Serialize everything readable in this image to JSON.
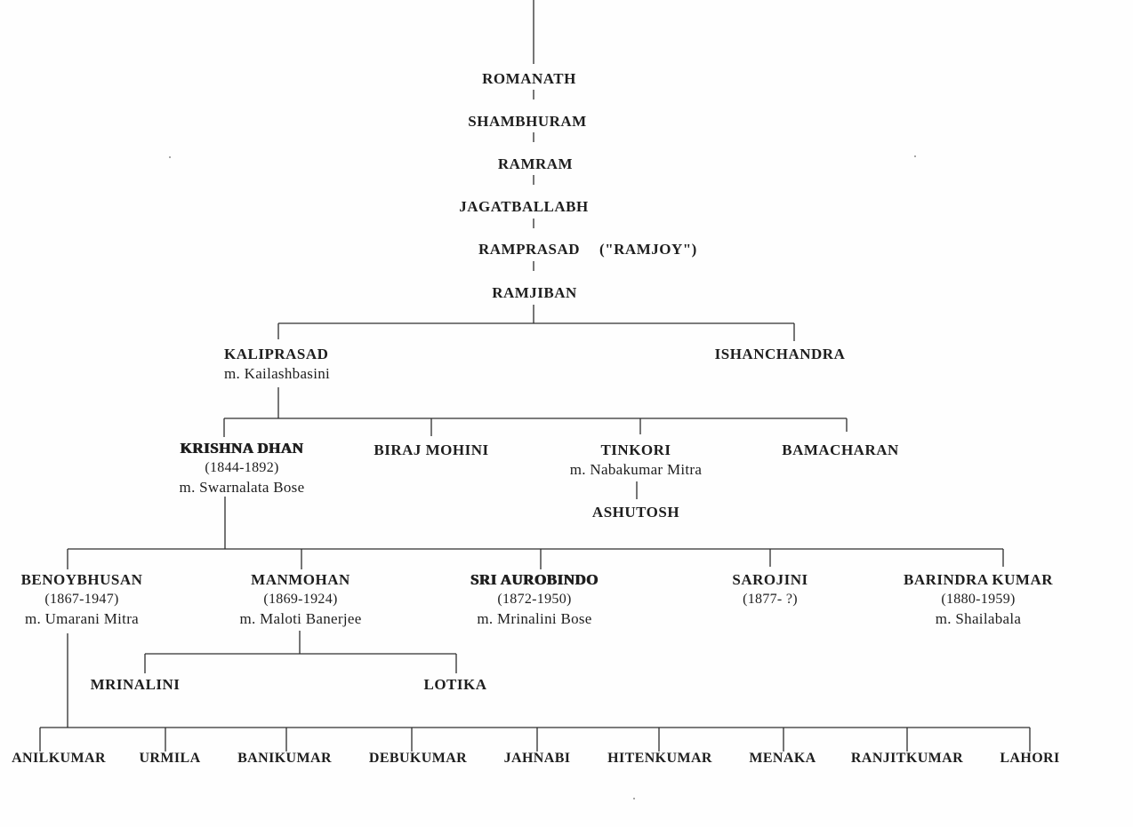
{
  "diagram": {
    "type": "family-tree",
    "subject": "Genealogy of Sri Aurobindo's family",
    "ink_color": "#1e1e1e",
    "background": "#fefefe",
    "nodes": {
      "romanath": {
        "name": "ROMANATH"
      },
      "shambhuram": {
        "name": "SHAMBHURAM"
      },
      "ramram": {
        "name": "RAMRAM"
      },
      "jagatballabh": {
        "name": "JAGATBALLABH"
      },
      "ramprasad": {
        "name": "RAMPRASAD",
        "alias": "(\"RAMJOY\")"
      },
      "ramjiban": {
        "name": "RAMJIBAN",
        "children": [
          "kaliprasad",
          "ishanchandra"
        ]
      },
      "kaliprasad": {
        "name": "KALIPRASAD",
        "spouse": "m. Kailashbasini",
        "children": [
          "krishna_dhan",
          "biraj_mohini",
          "tinkori",
          "bamacharan"
        ]
      },
      "ishanchandra": {
        "name": "ISHANCHANDRA"
      },
      "krishna_dhan": {
        "name": "KRISHNA DHAN",
        "years": "(1844-1892)",
        "spouse": "m. Swarnalata Bose",
        "children": [
          "benoybhusan",
          "manmohan",
          "sri_aurobindo",
          "sarojini",
          "barindra_kumar"
        ]
      },
      "biraj_mohini": {
        "name": "BIRAJ MOHINI"
      },
      "tinkori": {
        "name": "TINKORI",
        "spouse": "m. Nabakumar Mitra",
        "children": [
          "ashutosh"
        ]
      },
      "bamacharan": {
        "name": "BAMACHARAN"
      },
      "ashutosh": {
        "name": "ASHUTOSH"
      },
      "benoybhusan": {
        "name": "BENOYBHUSAN",
        "years": "(1867-1947)",
        "spouse": "m. Umarani Mitra",
        "children": [
          "anilkumar",
          "urmila",
          "banikumar",
          "debukumar",
          "jahnabi",
          "hitenkumar",
          "menaka",
          "ranjitkumar",
          "lahori"
        ]
      },
      "manmohan": {
        "name": "MANMOHAN",
        "years": "(1869-1924)",
        "spouse": "m. Maloti Banerjee",
        "children": [
          "mrinalini",
          "lotika"
        ]
      },
      "sri_aurobindo": {
        "name": "SRI AUROBINDO",
        "years": "(1872-1950)",
        "spouse": "m. Mrinalini Bose"
      },
      "sarojini": {
        "name": "SAROJINI",
        "years": "(1877- ?)"
      },
      "barindra_kumar": {
        "name": "BARINDRA KUMAR",
        "years": "(1880-1959)",
        "spouse": "m. Shailabala"
      },
      "mrinalini": {
        "name": "MRINALINI"
      },
      "lotika": {
        "name": "LOTIKA"
      },
      "anilkumar": {
        "name": "ANILKUMAR"
      },
      "urmila": {
        "name": "URMILA"
      },
      "banikumar": {
        "name": "BANIKUMAR"
      },
      "debukumar": {
        "name": "DEBUKUMAR"
      },
      "jahnabi": {
        "name": "JAHNABI"
      },
      "hitenkumar": {
        "name": "HITENKUMAR"
      },
      "menaka": {
        "name": "MENAKA"
      },
      "ranjitkumar": {
        "name": "RANJITKUMAR"
      },
      "lahori": {
        "name": "LAHORI"
      }
    }
  }
}
